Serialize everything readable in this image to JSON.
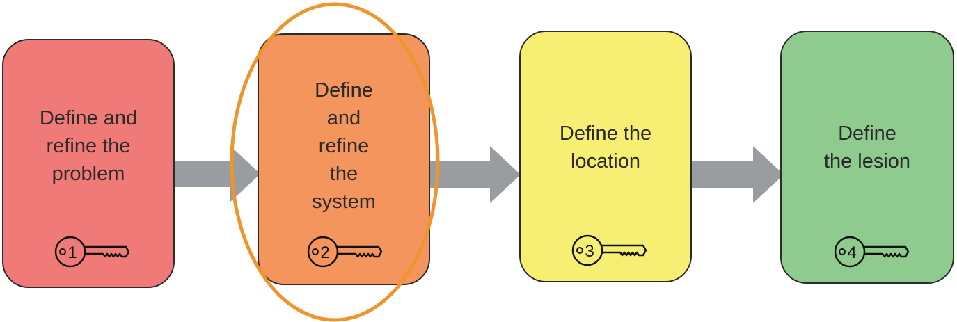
{
  "steps": [
    {
      "label": "Define and\nrefine the\nproblem",
      "key_number": "1",
      "fill": "#f07a78",
      "icon": "key-icon"
    },
    {
      "label": "Define\nand\nrefine\nthe\nsystem",
      "key_number": "2",
      "fill": "#f4955e",
      "icon": "key-icon"
    },
    {
      "label": "Define the\nlocation",
      "key_number": "3",
      "fill": "#f6ef73",
      "icon": "key-icon"
    },
    {
      "label": "Define\nthe lesion",
      "key_number": "4",
      "fill": "#8fcb8f",
      "icon": "key-icon"
    }
  ],
  "colors": {
    "arrow": "#999da1",
    "highlight": "#f0952d",
    "border": "#2b2b2b"
  }
}
